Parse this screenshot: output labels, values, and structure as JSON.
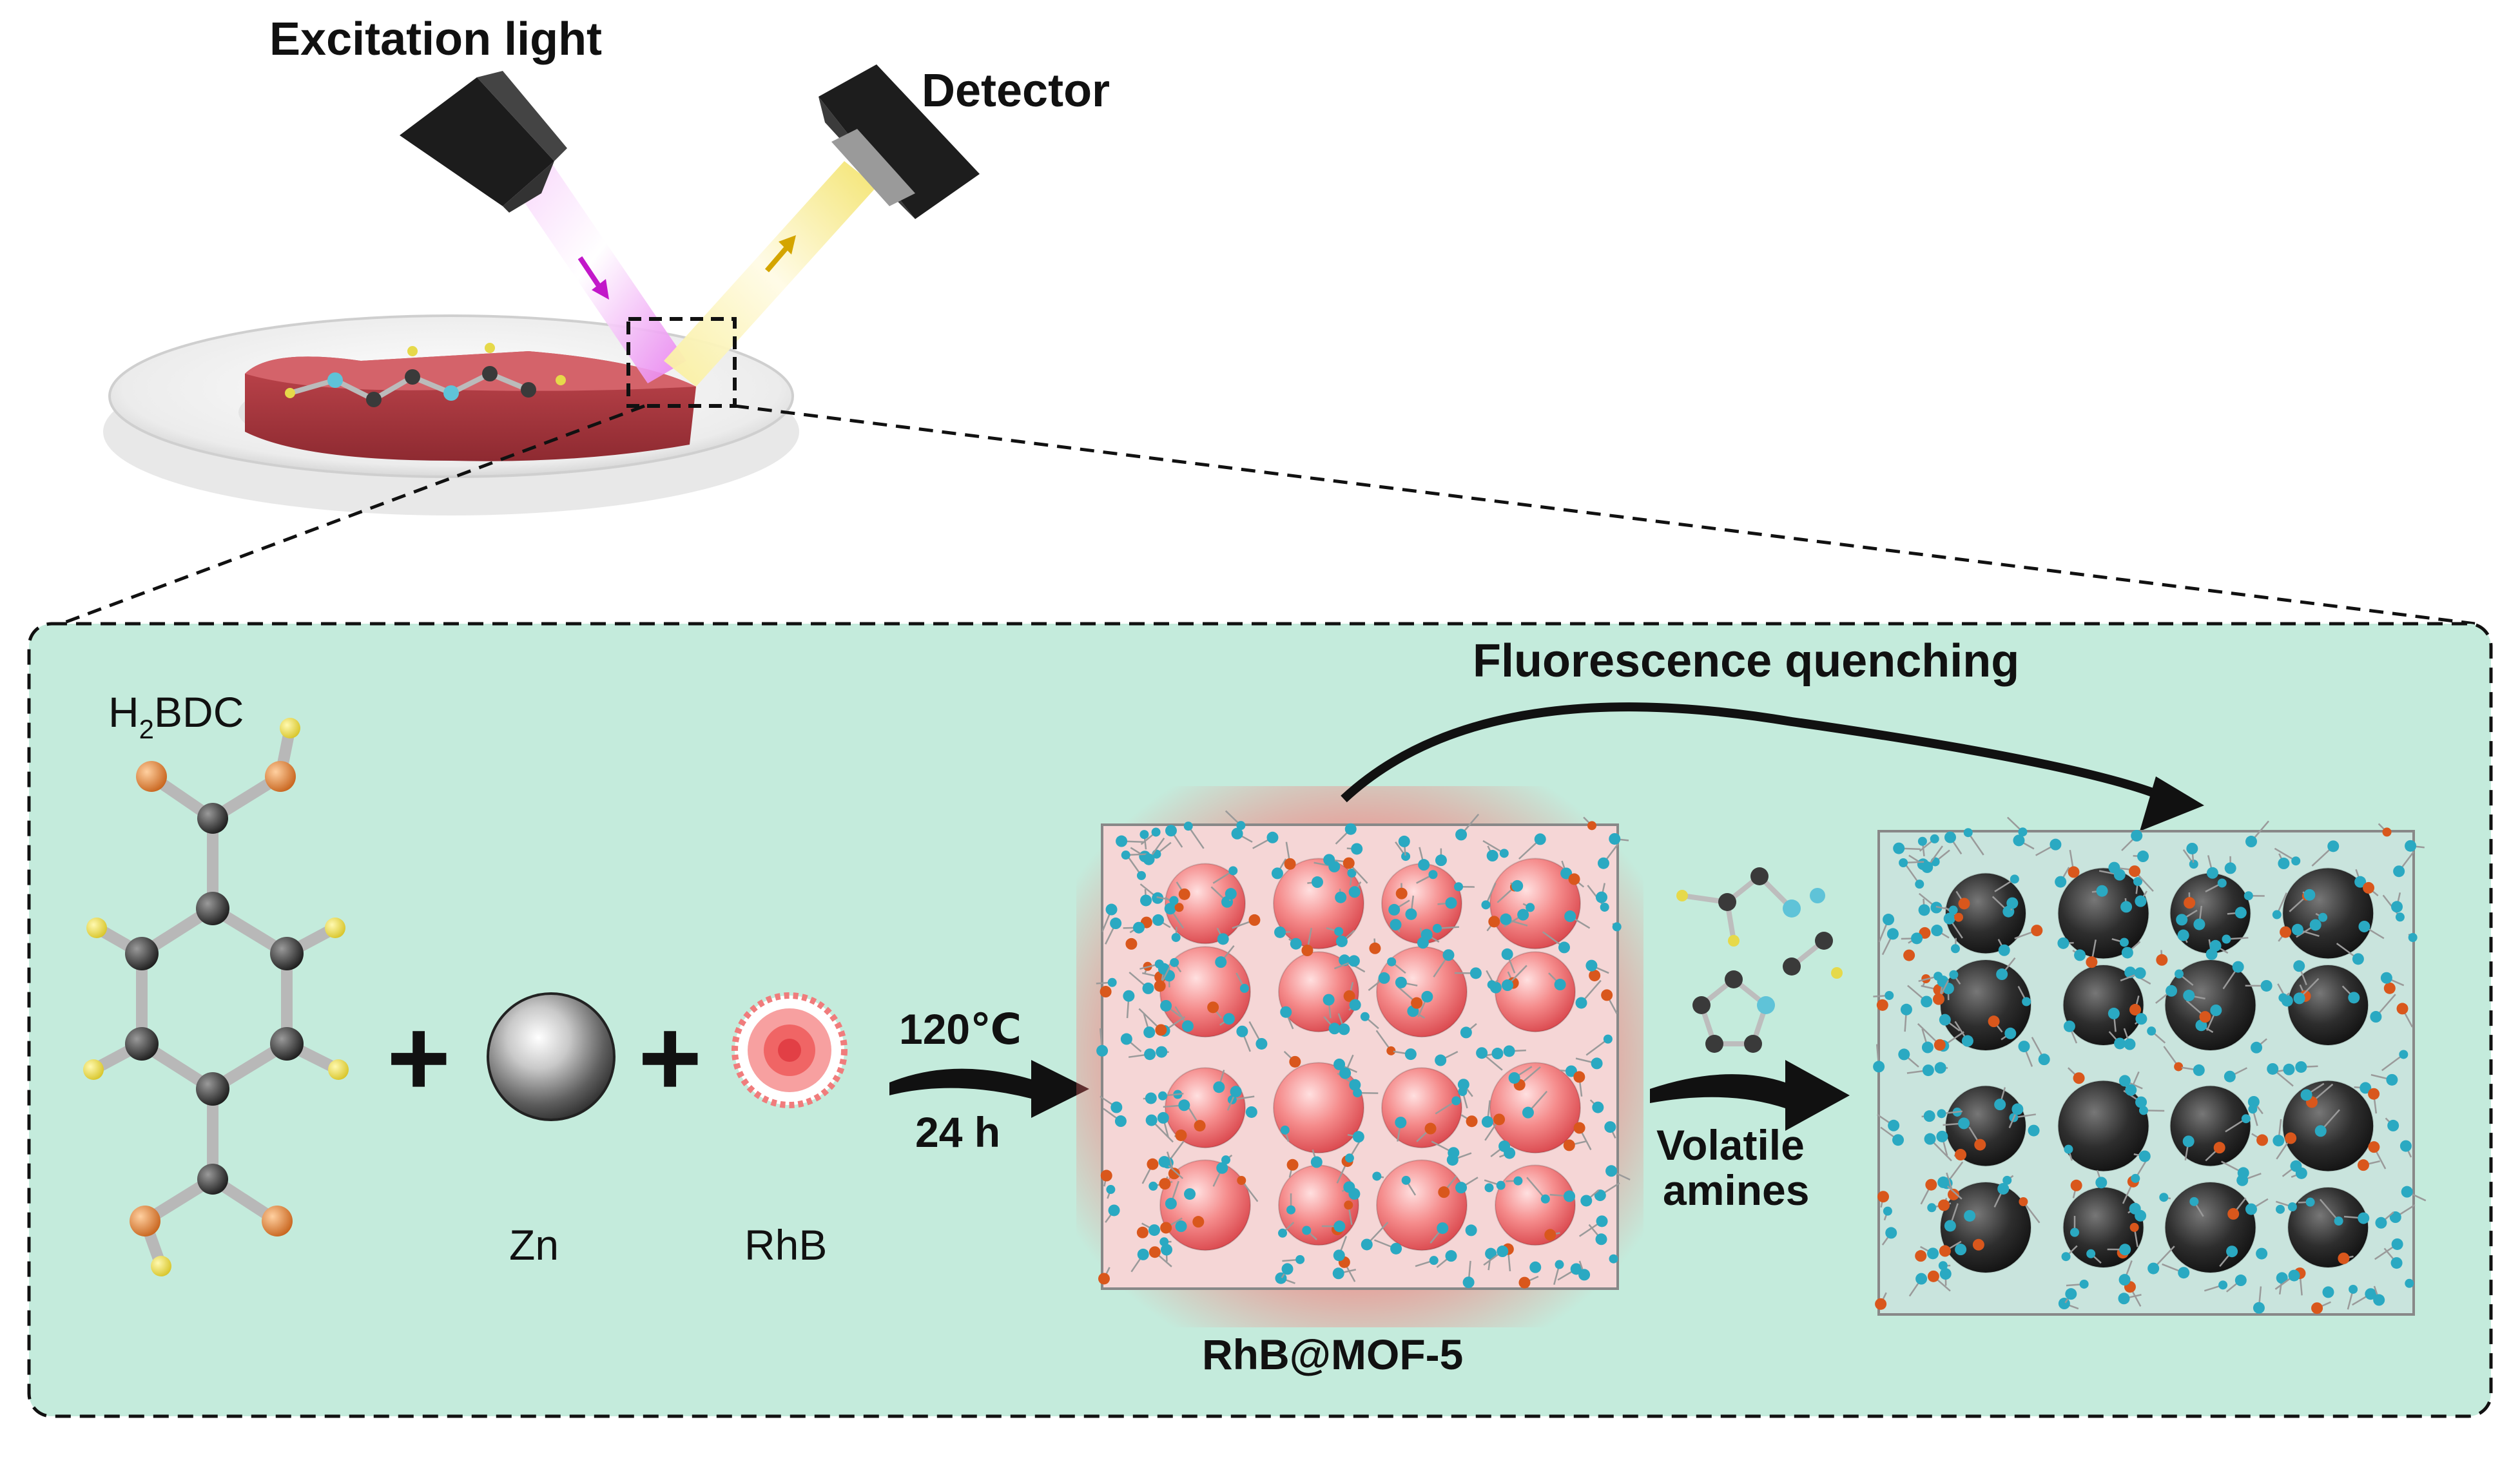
{
  "labels": {
    "excitation_light": "Excitation light",
    "detector": "Detector",
    "h2bdc_main": "H",
    "h2bdc_sub": "2",
    "h2bdc_rest": "BDC",
    "plus_1": "+",
    "plus_2": "+",
    "zn": "Zn",
    "rhb": "RhB",
    "temperature": "120℃",
    "time": "24 h",
    "rhb_mof": "RhB@MOF-5",
    "fluorescence_quenching": "Fluorescence quenching",
    "volatile": "Volatile",
    "amines": "amines"
  },
  "colors": {
    "panel_fill": "#c4ebdc",
    "excitation_beam": "#e879f0",
    "emission_beam": "#f3e36a",
    "rhb_sphere": "#f28a8a",
    "quenched_sphere": "#2b2b2b",
    "framework_cyan": "#2aa9c2",
    "framework_orange": "#d9571c",
    "arrow": "#111111"
  },
  "icons": {
    "light_source": "flashlight-icon",
    "detector": "detector-icon",
    "sample": "meat-on-plate-icon",
    "zn": "metal-sphere-icon",
    "rhb": "dye-molecule-sphere-icon"
  }
}
